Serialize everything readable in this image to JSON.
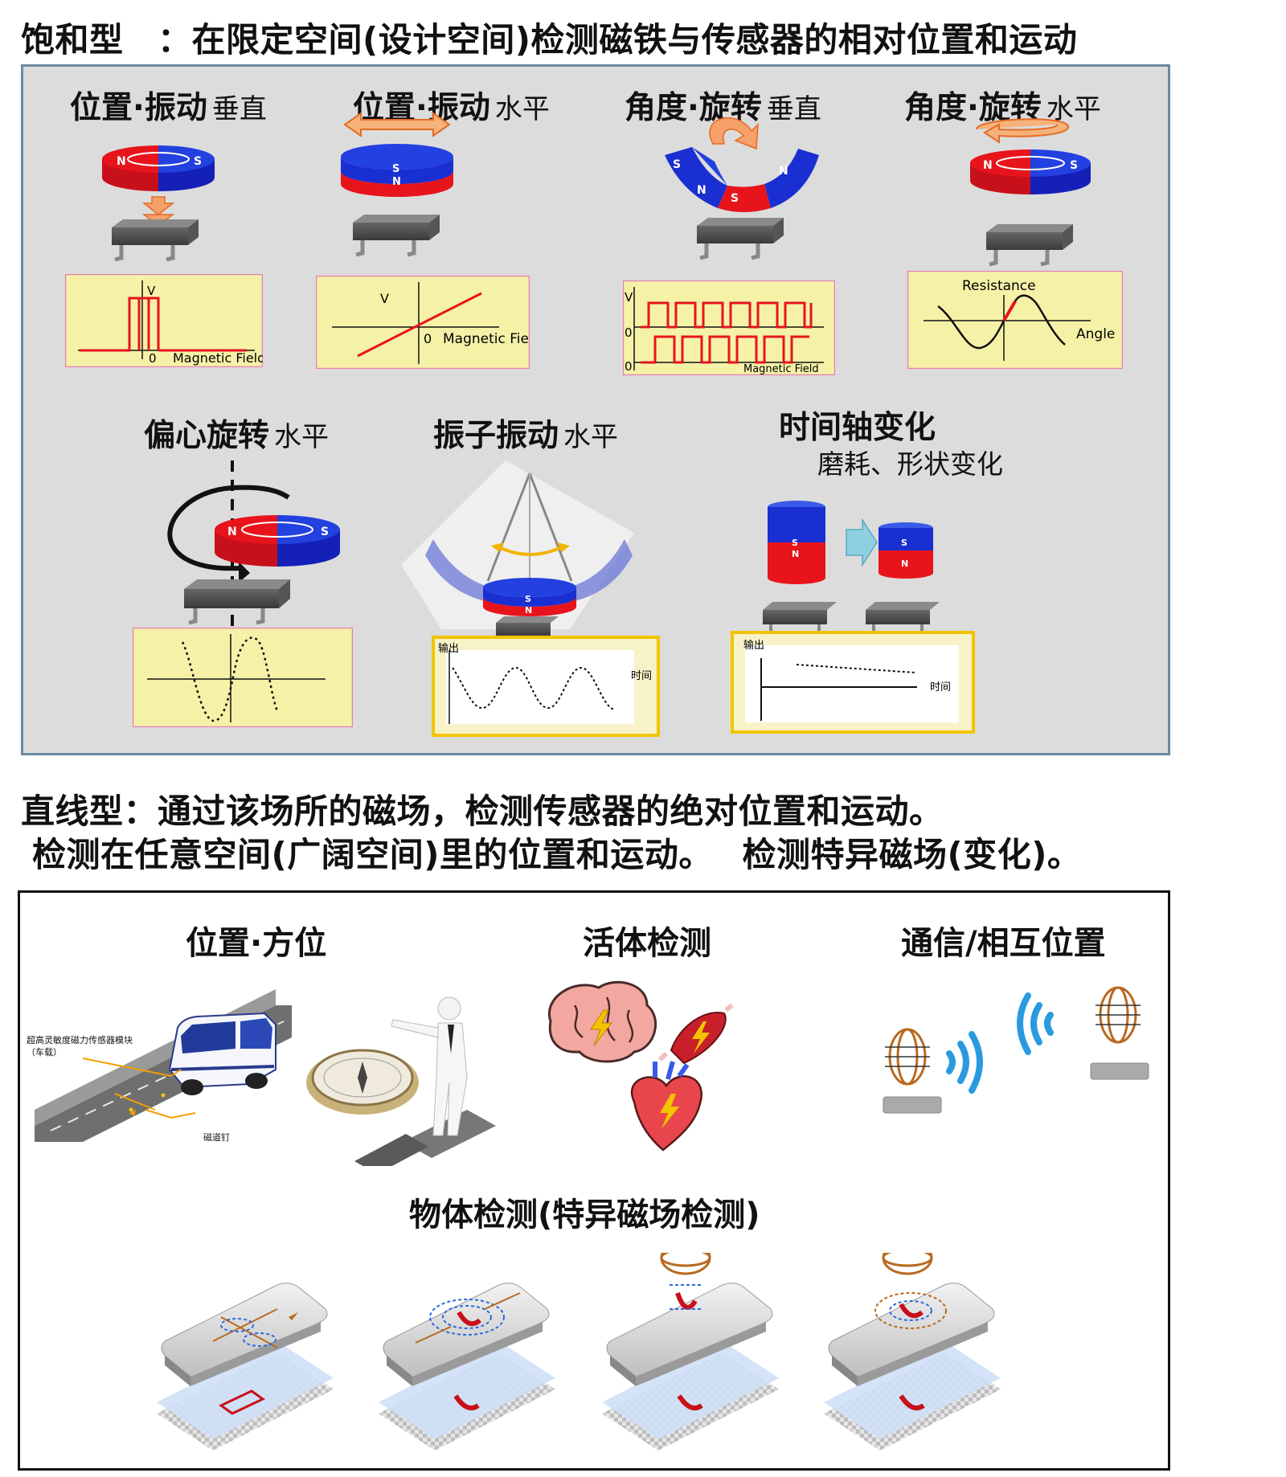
{
  "header_saturation": "饱和型　：在限定空间(设计空间)检测磁铁与传感器的相对位置和运动",
  "saturation_cells": [
    {
      "title": "位置·振动",
      "sub": "垂直",
      "graph": {
        "v": "V",
        "zero": "0",
        "x": "Magnetic Field"
      }
    },
    {
      "title": "位置·振动",
      "sub": "水平",
      "graph": {
        "v": "V",
        "zero": "0",
        "x": "Magnetic Field"
      }
    },
    {
      "title": "角度·旋转",
      "sub": "垂直",
      "graph": {
        "v": "V",
        "zero": "0",
        "zero2": "0",
        "x": "Magnetic Field"
      }
    },
    {
      "title": "角度·旋转",
      "sub": "水平",
      "graph": {
        "y": "Resistance",
        "x": "Angle"
      }
    },
    {
      "title": "偏心旋转",
      "sub": "水平"
    },
    {
      "title": "振子振动",
      "sub": "水平",
      "graph": {
        "y": "输出",
        "x": "时间"
      }
    },
    {
      "title": "时间轴变化",
      "sub": "磨耗、形状变化",
      "graph": {
        "y": "输出",
        "x": "时间"
      }
    }
  ],
  "magnet_labels": {
    "n": "N",
    "s": "S"
  },
  "header_linear_1": "直线型：通过该场所的磁场，检测传感器的绝对位置和运动。",
  "header_linear_2": "检测在任意空间(广阔空间)里的位置和运动。　 检测特异磁场(变化)。",
  "linear_sections": {
    "position": {
      "title": "位置·方位",
      "car_label": "超高灵敏度磁力传感器模块（车载）",
      "nail_label": "磁道钉"
    },
    "bio": {
      "title": "活体检测"
    },
    "comm": {
      "title": "通信/相互位置"
    },
    "object": {
      "title": "物体检测(特异磁场检测)"
    }
  },
  "colors": {
    "red": "#e8141c",
    "blue": "#1a2fd1",
    "graph_bg": "#f5f2a8",
    "graph_border": "#e77fb0"
  }
}
